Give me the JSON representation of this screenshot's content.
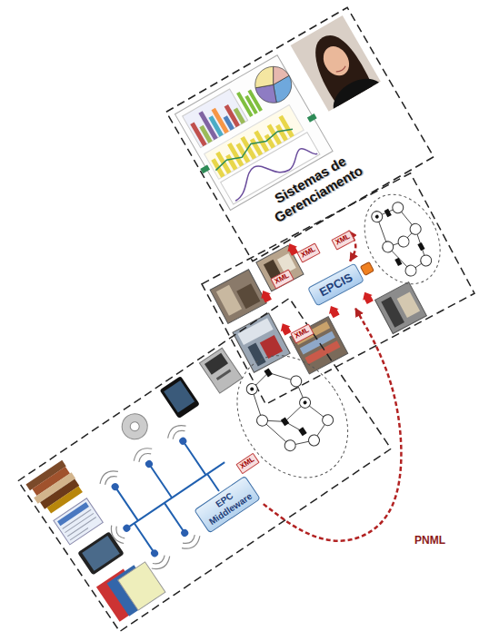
{
  "diagram": {
    "nodes": [
      {
        "text": [
          "Sistemas de Gerenciamento"
        ]
      },
      {
        "text": [
          "EPCIS"
        ]
      },
      {
        "text": [
          "EPC Middleware"
        ]
      }
    ],
    "edges": [
      {
        "from": 0,
        "to": 1,
        "arrow": "both"
      },
      {
        "from": 2,
        "to": 1,
        "label": "PNML",
        "arrow": "to"
      }
    ],
    "labels": [
      "XML",
      "XML",
      "XML",
      "XML",
      "XML"
    ]
  }
}
